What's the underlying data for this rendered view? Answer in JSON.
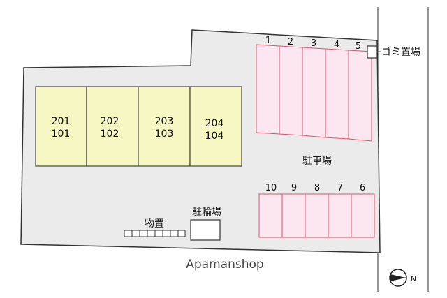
{
  "units": [
    {
      "upper": "201",
      "lower": "101"
    },
    {
      "upper": "202",
      "lower": "102"
    },
    {
      "upper": "203",
      "lower": "103"
    },
    {
      "upper": "204",
      "lower": "104"
    }
  ],
  "parking_top": [
    "1",
    "2",
    "3",
    "4",
    "5"
  ],
  "parking_bottom": [
    "10",
    "9",
    "8",
    "7",
    "6"
  ],
  "labels": {
    "garbage": "ゴミ置場",
    "parking": "駐車場",
    "bicycle": "駐輪場",
    "storage": "物置",
    "watermark": "Apamanshop",
    "north": "N"
  },
  "colors": {
    "lot_fill": "#ebebeb",
    "unit_fill": "#f7f7c3",
    "parking_fill": "#fce6ef",
    "parking_line": "#e05070",
    "outline": "#333333"
  }
}
